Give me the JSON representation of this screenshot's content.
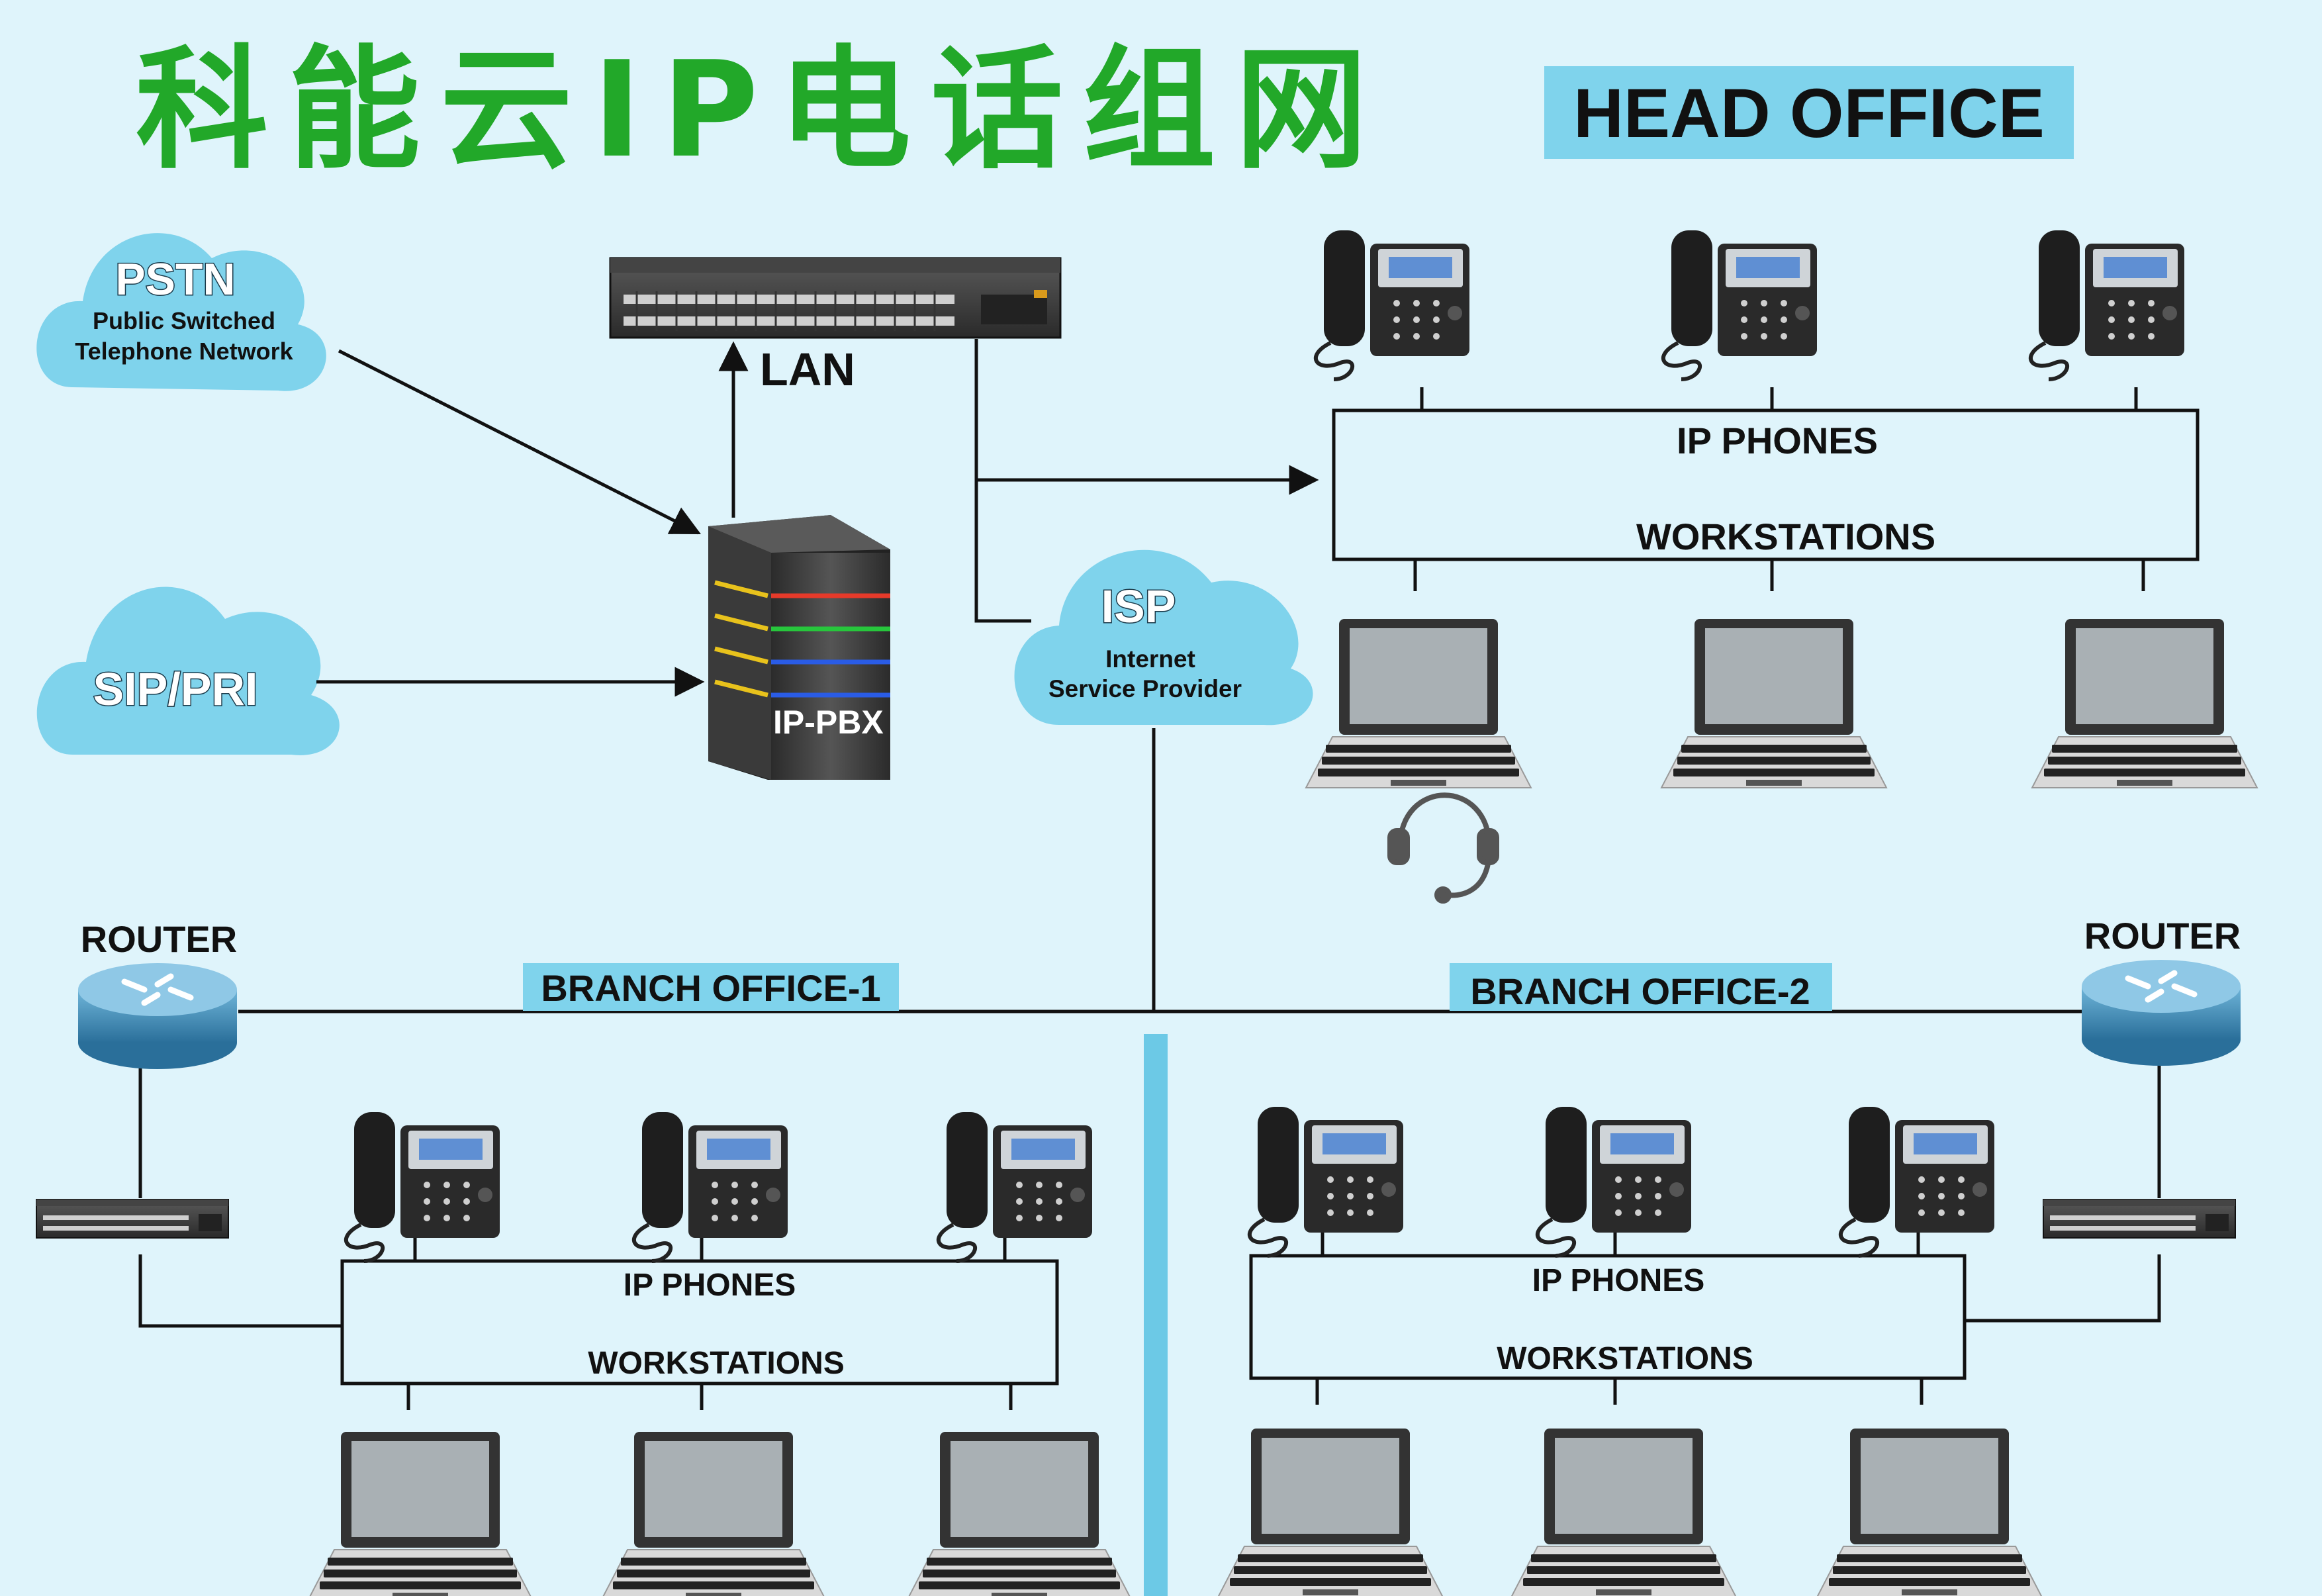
{
  "title": "科能云IP电话组网",
  "head_office_label": "HEAD OFFICE",
  "pstn": {
    "title": "PSTN",
    "line1": "Public Switched",
    "line2": "Telephone Network"
  },
  "sip": {
    "title": "SIP/PRI"
  },
  "isp": {
    "title": "ISP",
    "line1": "Internet",
    "line2": "Service Provider"
  },
  "lan_label": "LAN",
  "pbx_label": "IP-PBX",
  "router_label": "ROUTER",
  "branch1_label": "BRANCH OFFICE-1",
  "branch2_label": "BRANCH OFFICE-2",
  "ip_phones_label": "IP PHONES",
  "workstations_label": "WORKSTATIONS",
  "colors": {
    "background": "#dff4fb",
    "title_green": "#22a829",
    "label_bar": "#7fd3ec",
    "cloud": "#7fd3ec",
    "divider": "#6cc9e6"
  }
}
